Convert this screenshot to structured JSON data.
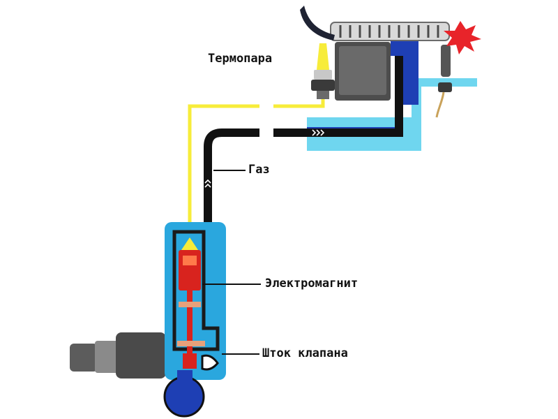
{
  "labels": {
    "thermocouple": "Термопара",
    "gas": "Газ",
    "electromagnet": "Электромагнит",
    "valve_stem": "Шток клапана"
  },
  "colors": {
    "thermocouple_wire": "#f7ec3a",
    "gas_pipe": "#111111",
    "valve_body": "#2aa7de",
    "housing_blue": "#1e3fb4",
    "water_cyan": "#6fd6ef",
    "electromagnet": "#d8231e",
    "burner_gray": "#5a5a5a",
    "spark": "#e8242a"
  },
  "icons": {
    "burner": "burner-icon",
    "spark": "spark-icon",
    "knob": "control-knob-icon",
    "flow_arrows": "flow-arrow-icon"
  }
}
